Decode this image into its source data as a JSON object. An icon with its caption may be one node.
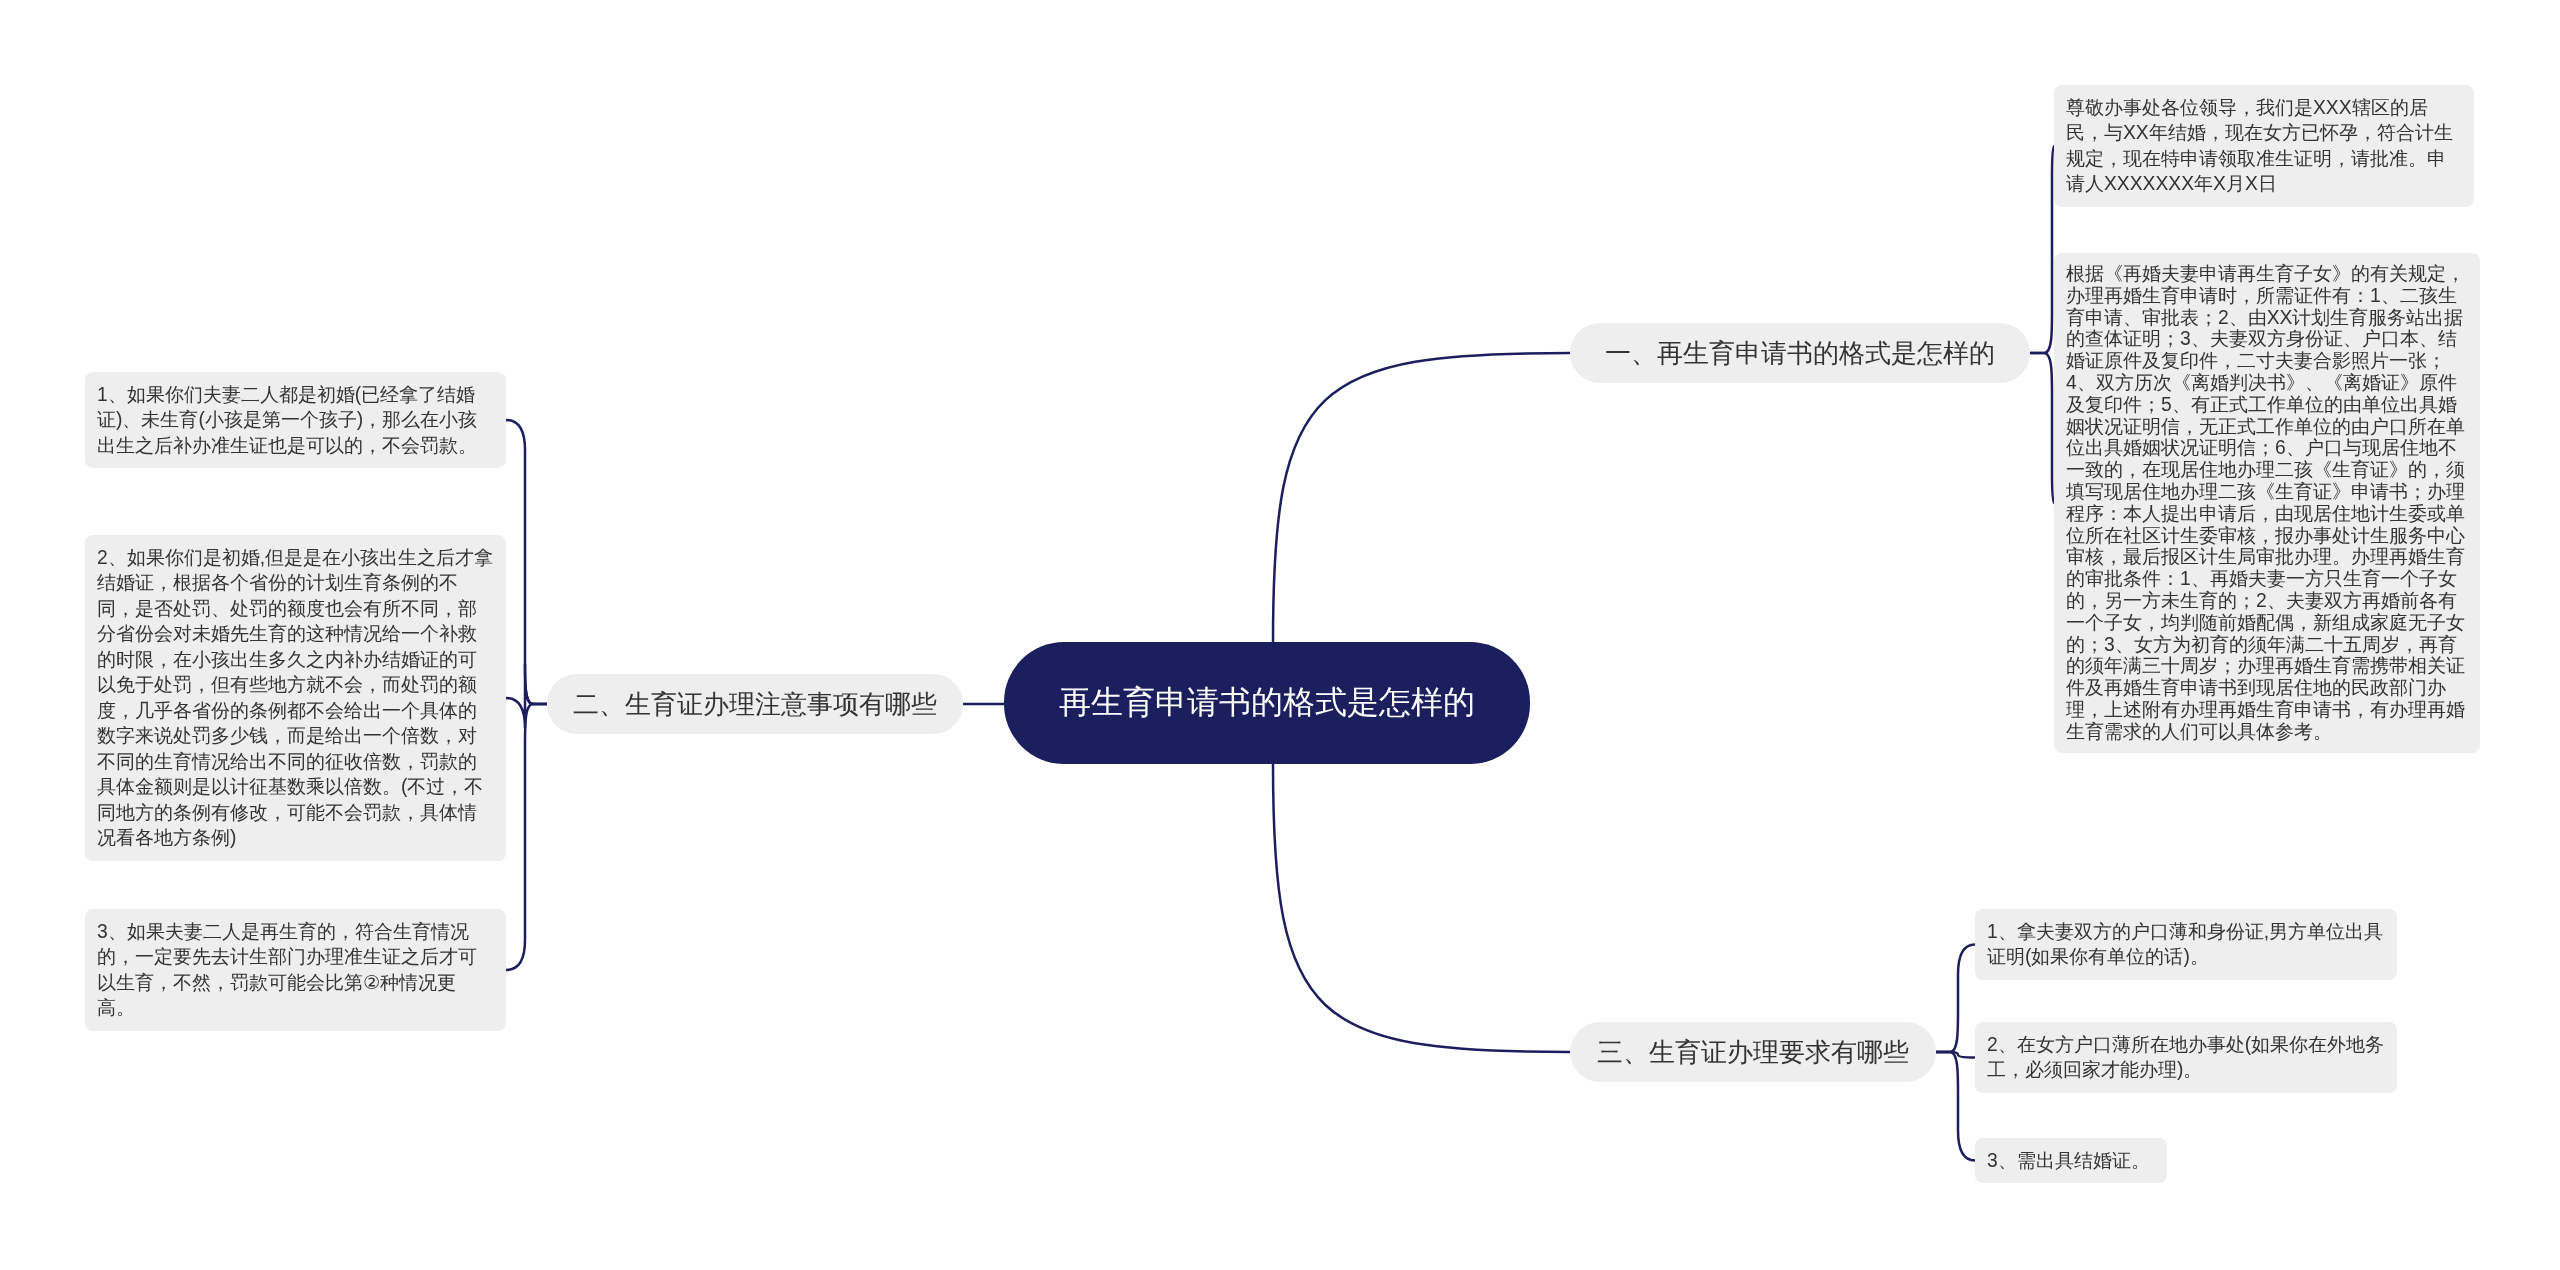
{
  "diagram": {
    "nodes": [
      {
        "text": [
          "再生育申请书的格式是怎样的"
        ]
      },
      {
        "text": [
          "一、再生育申请书的格式是怎样的"
        ]
      },
      {
        "text": [
          "二、生育证办理注意事项有哪些"
        ]
      },
      {
        "text": [
          "三、生育证办理要求有哪些"
        ]
      },
      {
        "text": [
          "尊敬办事处各位领导，我们是XXX辖区的居民，与XX年结婚，现在女方已怀孕，符合计生规定，现在特申请领取准生证明，请批准。申请人XXXXXXX年X月X日"
        ]
      },
      {
        "text": [
          "根据《再婚夫妻申请再生育子女》的有关规定，办理再婚生育申请时，所需证件有：1、二孩生育申请、审批表；2、由XX计划生育服务站出据的查体证明；3、夫妻双方身份证、户口本、结婚证原件及复印件，二寸夫妻合影照片一张；4、双方历次《离婚判决书》、《离婚证》原件及复印件；5、有正式工作单位的由单位出具婚姻状况证明信，无正式工作单位的由户口所在单位出具婚姻状况证明信；6、户口与现居住地不一致的，在现居住地办理二孩《生育证》的，须填写现居住地办理二孩《生育证》申请书；办理程序：本人提出申请后，由现居住地计生委或单位所在社区计生委审核，报办事处计生服务中心审核，最后报区计生局审批办理。办理再婚生育的审批条件：1、再婚夫妻一方只生育一个子女的，另一方未生育的；2、夫妻双方再婚前各有一个子女，均判随前婚配偶，新组成家庭无子女的；3、女方为初育的须年满二十五周岁，再育的须年满三十周岁；办理再婚生育需携带相关证件及再婚生育申请书到现居住地的民政部门办理，上述附有办理再婚生育申请书，有办理再婚生育需求的人们可以具体参考。"
        ]
      },
      {
        "text": [
          "1、如果你们夫妻二人都是初婚(已经拿了结婚证)、未生育(小孩是第一个孩子)，那么在小孩出生之后补办准生证也是可以的，不会罚款。"
        ]
      },
      {
        "text": [
          "2、如果你们是初婚,但是是在小孩出生之后才拿结婚证，根据各个省份的计划生育条例的不同，是否处罚、处罚的额度也会有所不同，部分省份会对未婚先生育的这种情况给一个补救的时限，在小孩出生多久之内补办结婚证的可以免于处罚，但有些地方就不会，而处罚的额度，几乎各省份的条例都不会给出一个具体的数字来说处罚多少钱，而是给出一个倍数，对不同的生育情况给出不同的征收倍数，罚款的具体金额则是以计征基数乘以倍数。(不过，不同地方的条例有修改，可能不会罚款，具体情况看各地方条例)"
        ]
      },
      {
        "text": [
          "3、如果夫妻二人是再生育的，符合生育情况的，一定要先去计生部门办理准生证之后才可以生育，不然，罚款可能会比第②种情况更高。"
        ]
      },
      {
        "text": [
          "1、拿夫妻双方的户口薄和身份证,男方单位出具证明(如果你有单位的话)。"
        ]
      },
      {
        "text": [
          "2、在女方户口薄所在地办事处(如果你在外地务工，必须回家才能办理)。"
        ]
      },
      {
        "text": [
          "3、需出具结婚证。"
        ]
      }
    ],
    "edges": [
      {
        "from": 0,
        "to": 1,
        "arrow": "none"
      },
      {
        "from": 0,
        "to": 2,
        "arrow": "none"
      },
      {
        "from": 0,
        "to": 3,
        "arrow": "none"
      },
      {
        "from": 1,
        "to": 4,
        "arrow": "none"
      },
      {
        "from": 1,
        "to": 5,
        "arrow": "none"
      },
      {
        "from": 2,
        "to": 6,
        "arrow": "none"
      },
      {
        "from": 2,
        "to": 7,
        "arrow": "none"
      },
      {
        "from": 2,
        "to": 8,
        "arrow": "none"
      },
      {
        "from": 3,
        "to": 9,
        "arrow": "none"
      },
      {
        "from": 3,
        "to": 10,
        "arrow": "none"
      },
      {
        "from": 3,
        "to": 11,
        "arrow": "none"
      }
    ]
  }
}
